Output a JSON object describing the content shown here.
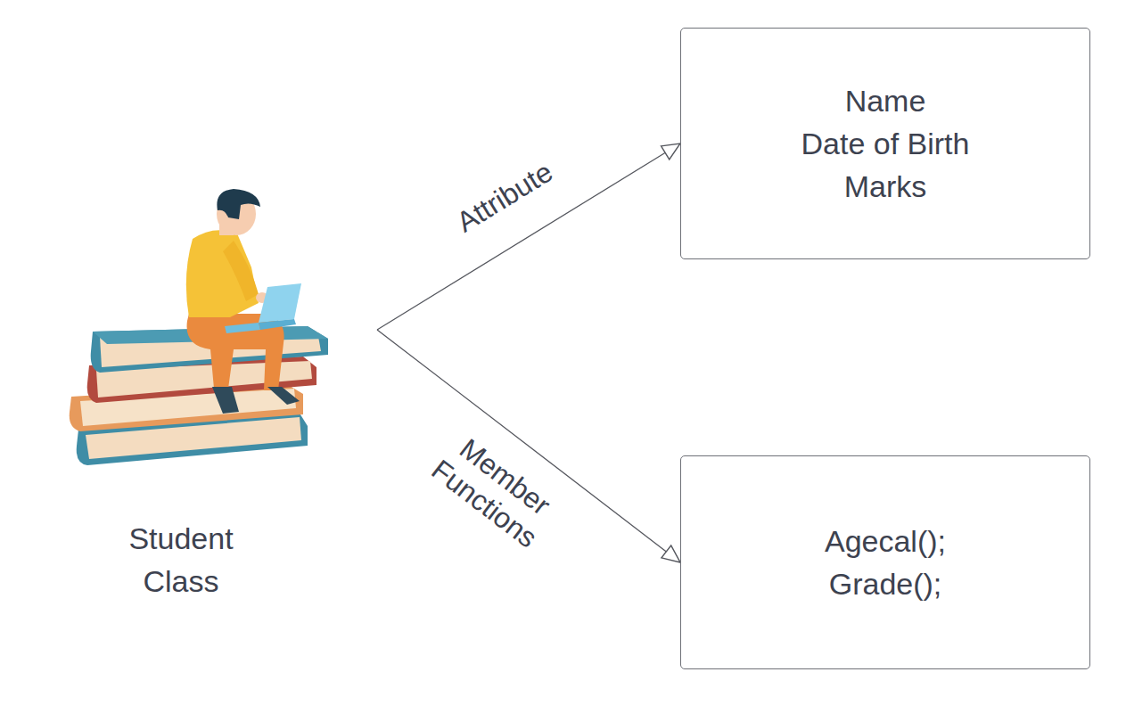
{
  "diagram": {
    "nodes": [
      {
        "text": [
          "Student Class"
        ]
      },
      {
        "text": [
          "Name",
          "Date of Birth",
          "Marks"
        ]
      },
      {
        "text": [
          "Agecal();",
          "Grade();"
        ]
      }
    ],
    "edges": [
      {
        "from": 0,
        "to": 1,
        "label": "Attribute",
        "arrow": "to"
      },
      {
        "from": 0,
        "to": 2,
        "label": "Member Functions",
        "arrow": "to"
      }
    ]
  }
}
